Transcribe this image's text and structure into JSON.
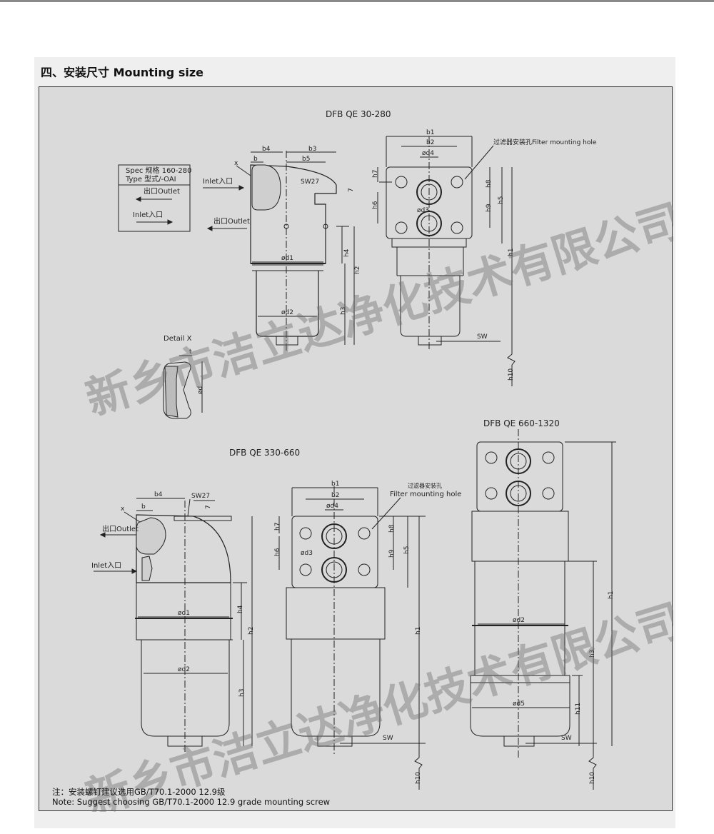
{
  "heading": "四、安装尺寸 Mounting size",
  "views": {
    "top_title": "DFB QE 30-280",
    "mid_left_title": "DFB QE 330-660",
    "mid_right_title": "DFB QE 660-1320",
    "detail_title": "Detail X"
  },
  "spec_box": {
    "line1": "Spec 规格 160-280",
    "line2": "Type 型式/-OAI",
    "outlet": "出口Outlet",
    "inlet": "Inlet入口"
  },
  "labels": {
    "inlet": "Inlet入口",
    "outlet": "出口Outlet",
    "filter_hole_en": "Filter mounting hole",
    "filter_hole_cn": "过滤器安装孔",
    "filter_hole_combined": "过滤器安装孔Filter mounting hole",
    "sw27": "SW27",
    "sw": "SW",
    "x": "x",
    "t": "t",
    "dims": {
      "b": "b",
      "b1": "b1",
      "b2": "b2",
      "b3": "b3",
      "b4": "b4",
      "b5": "b5",
      "d1": "ød1",
      "d2": "ød2",
      "d3": "ød3",
      "d4": "ød4",
      "d5": "ød5",
      "d_detail": "ød",
      "h1": "h1",
      "h2": "h2",
      "h3": "h3",
      "h4": "h4",
      "h5": "h5",
      "h6": "h6",
      "h7": "h7",
      "h8": "h8",
      "h9": "h9",
      "h10": "h10",
      "h11": "h11",
      "seven": "7"
    }
  },
  "note": {
    "cn": "注：安装螺钉建议选用GB/T70.1-2000 12.9级",
    "en": "Note: Suggest choosing GB/T70.1-2000 12.9 grade mounting screw"
  },
  "watermark": "新乡市洁立达净化技术有限公司"
}
